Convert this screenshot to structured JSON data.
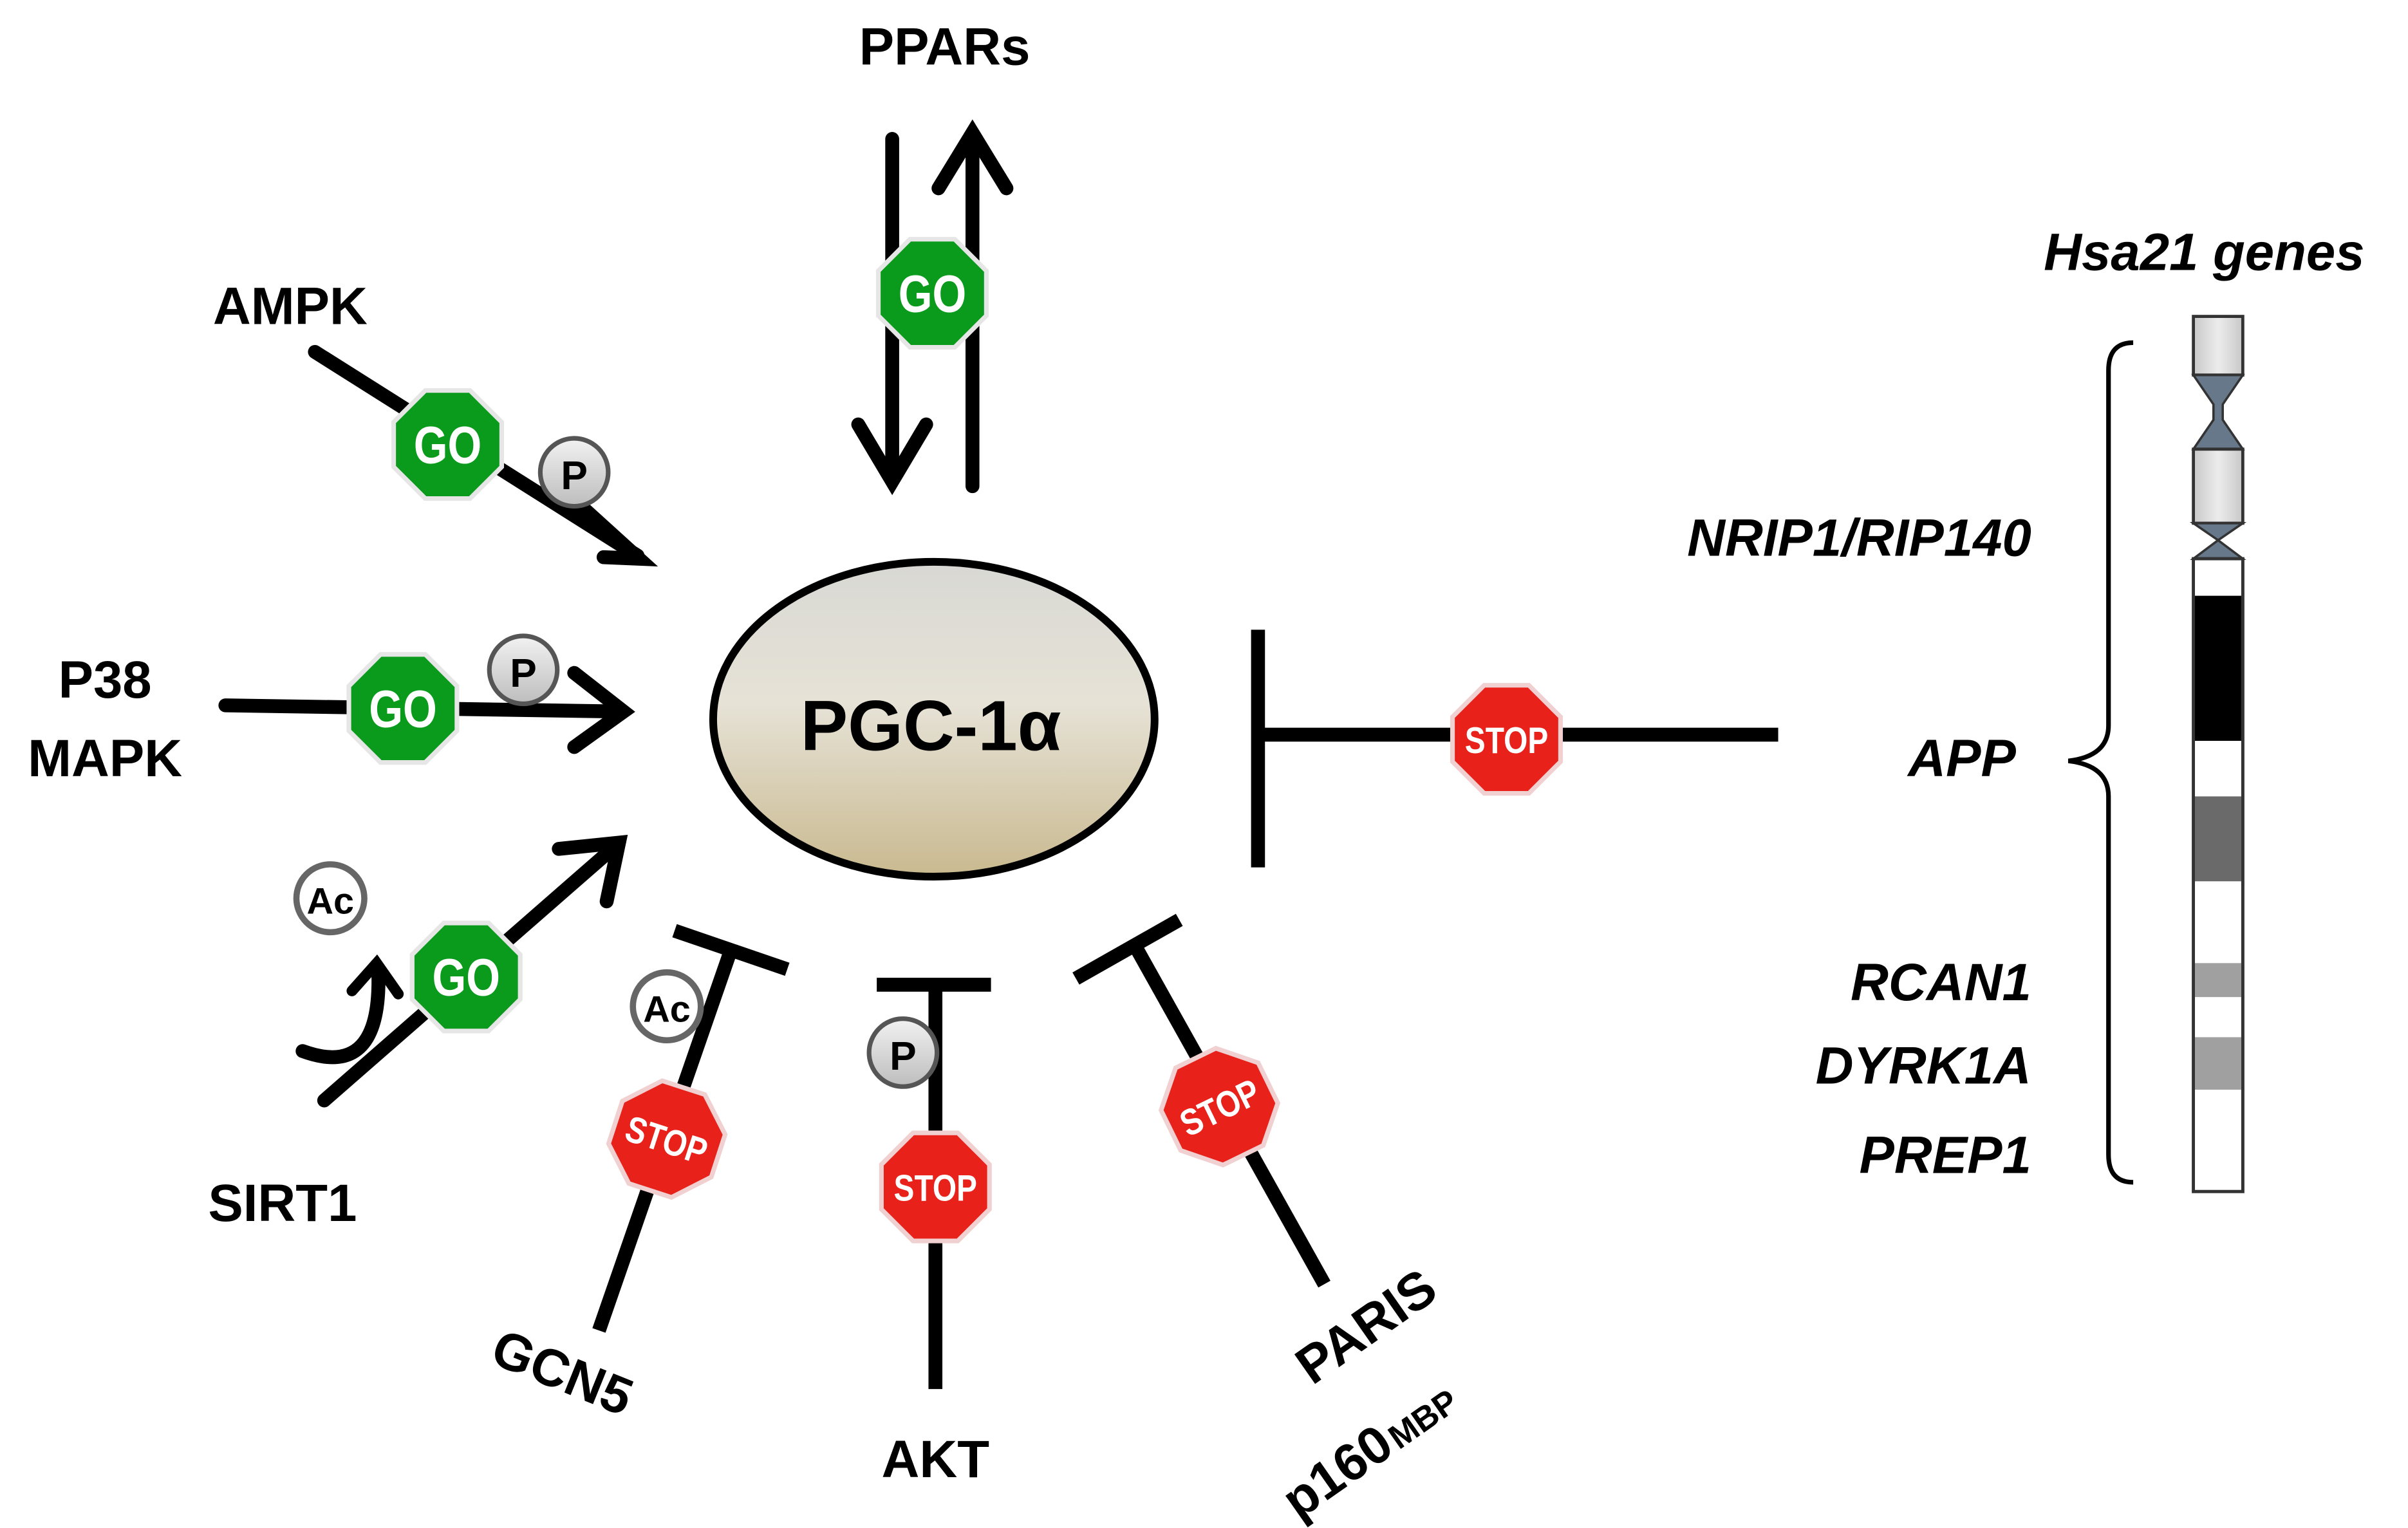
{
  "center": {
    "label": "PGC-1α"
  },
  "regulators": {
    "ppars": "PPARs",
    "ampk": "AMPK",
    "p38_line1": "P38",
    "p38_line2": "MAPK",
    "sirt1": "SIRT1",
    "gcn5": "GCN5",
    "akt": "AKT",
    "paris_line1": "PARIS",
    "paris_line2": "p160",
    "paris_sub": "MBP"
  },
  "modifications": {
    "phospho": "P",
    "acetyl": "Ac"
  },
  "signs": {
    "go": {
      "text": "GO",
      "color": "#0a9a1c"
    },
    "stop": {
      "text": "STOP",
      "color": "#e8211b"
    }
  },
  "hsa21": {
    "title": "Hsa21 genes",
    "genes": [
      "NRIP1/RIP140",
      "APP",
      "RCAN1",
      "DYRK1A",
      "PREP1"
    ]
  }
}
